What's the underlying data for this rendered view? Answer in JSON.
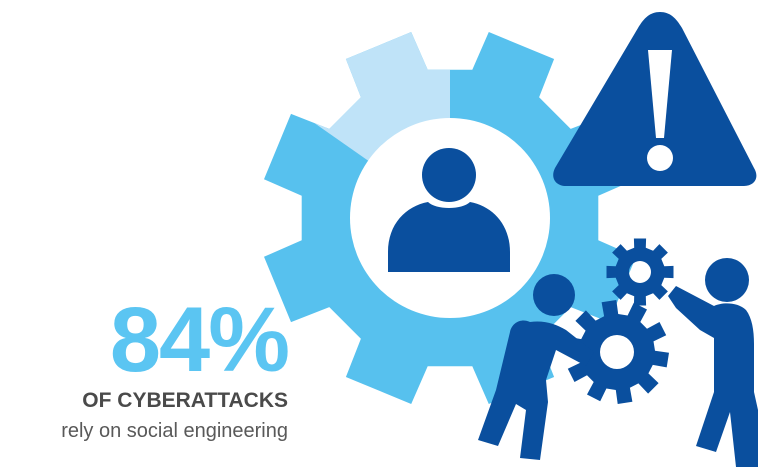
{
  "statistic": {
    "value": "84%",
    "headline": "OF CYBERATTACKS",
    "caption": "rely on social engineering"
  },
  "icons": [
    "gear-icon",
    "user-icon",
    "warning-icon",
    "small-gear-icon",
    "person-figure-icon"
  ],
  "colors": {
    "accent_light": "#5bc5f2",
    "gear_light": "#57c1ee",
    "gear_pale": "#bfe3f8",
    "navy": "#0a4f9e",
    "text_dark": "#4a4a4a",
    "text_body": "#595959",
    "background": "#ffffff"
  }
}
